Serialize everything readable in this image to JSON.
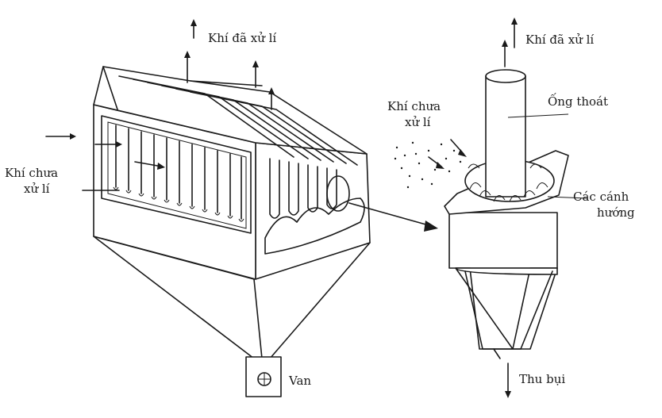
{
  "left_unit": {
    "label_clean_gas": "Khí đã xử lí",
    "label_raw_gas_line1": "Khí chưa",
    "label_raw_gas_line2": "xử lí",
    "label_valve": "Van"
  },
  "right_unit": {
    "label_clean_gas": "Khí đã xử lí",
    "label_raw_gas_line1": "Khí chưa",
    "label_raw_gas_line2": "xử lí",
    "label_outlet_pipe": "Ống thoát",
    "label_vanes_line1": "Các cánh",
    "label_vanes_line2": "hướng",
    "label_dust": "Thu bụi"
  },
  "colors": {
    "ink": "#1a1a1a",
    "background": "#ffffff"
  }
}
